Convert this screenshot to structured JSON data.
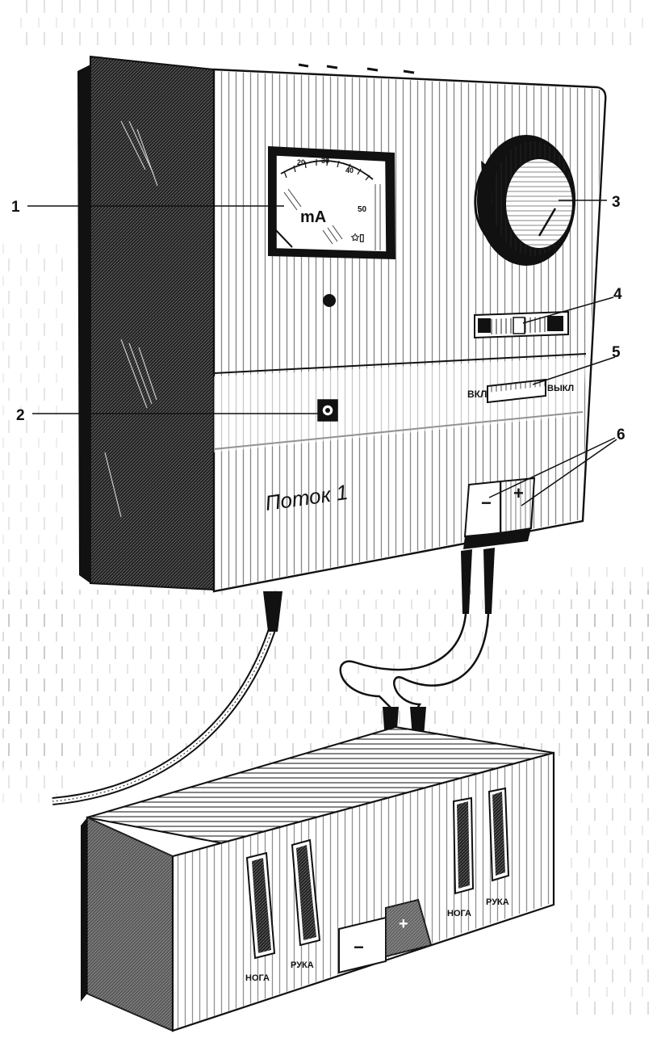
{
  "callouts": [
    {
      "number": "1"
    },
    {
      "number": "2"
    },
    {
      "number": "3"
    },
    {
      "number": "4"
    },
    {
      "number": "5"
    },
    {
      "number": "6"
    }
  ],
  "meter": {
    "unit": "mA",
    "scale": [
      "20",
      "30",
      "40",
      "50"
    ]
  },
  "panel": {
    "brand": "Поток 1",
    "switch_on": "ВКЛ",
    "switch_off": "ВЫКЛ",
    "minus": "−",
    "plus": "+"
  },
  "box": {
    "left_socket_1": "НОГА",
    "left_socket_2": "РУКА",
    "right_socket_1": "НОГА",
    "right_socket_2": "РУКА",
    "minus": "−",
    "plus": "+"
  }
}
